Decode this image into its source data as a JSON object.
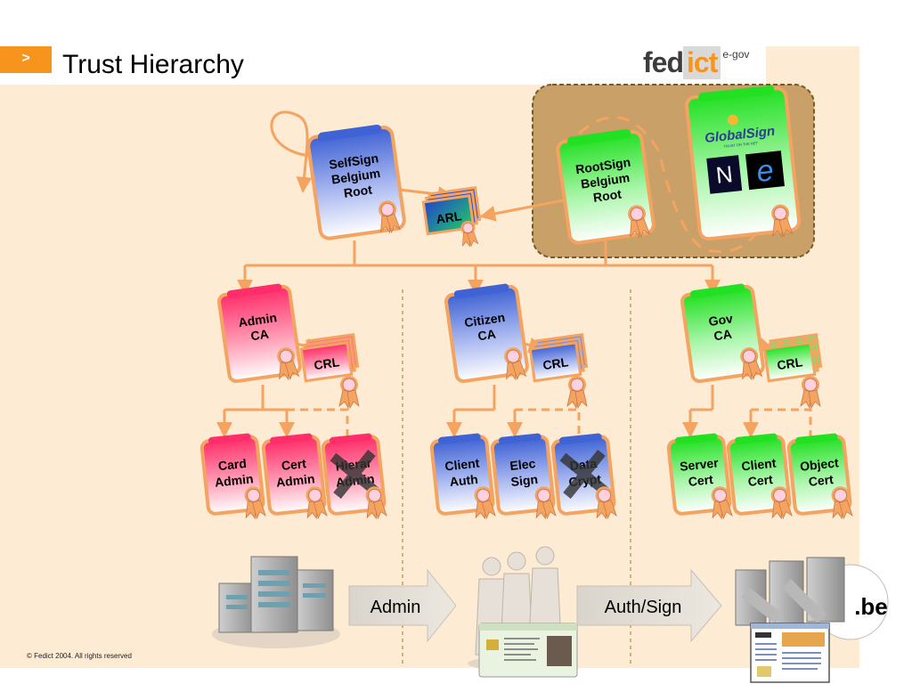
{
  "header": {
    "tab_symbol": ">",
    "title": "Trust Hierarchy",
    "logo": {
      "part1": "fed",
      "part2": "ict",
      "superscript": "e-gov"
    }
  },
  "certs": {
    "selfsign": [
      "SelfSign",
      "Belgium",
      "Root"
    ],
    "rootsign": [
      "RootSign",
      "Belgium",
      "Root"
    ],
    "arl": "ARL",
    "admin_ca": [
      "Admin",
      "CA"
    ],
    "citizen_ca": [
      "Citizen",
      "CA"
    ],
    "gov_ca": [
      "Gov",
      "CA"
    ],
    "crl": "CRL",
    "card_admin": [
      "Card",
      "Admin"
    ],
    "cert_admin": [
      "Cert",
      "Admin"
    ],
    "hierar_admin": [
      "Hierar",
      "Admin"
    ],
    "client_auth": [
      "Client",
      "Auth"
    ],
    "elec_sign": [
      "Elec",
      "Sign"
    ],
    "data_crypt": [
      "Data",
      "Crypt"
    ],
    "server_cert": [
      "Server",
      "Cert"
    ],
    "client_cert": [
      "Client",
      "Cert"
    ],
    "object_cert": [
      "Object",
      "Cert"
    ]
  },
  "globalsign": {
    "brand": "GlobalSign",
    "tagline": "TRUST ON THE NET",
    "netscape_letter": "N",
    "ie_letter": "e"
  },
  "flow": {
    "arrow1": "Admin",
    "arrow2": "Auth/Sign",
    "domain": ".be"
  },
  "footer": {
    "copyright": "© Fedict 2004. All rights reserved"
  },
  "colors": {
    "accent": "#f7941d",
    "background": "#fdebd3",
    "connector": "#f4a460",
    "red_cert": "#ff3366",
    "blue_cert": "#4a6fd8",
    "green_cert": "#33e533",
    "trust_box": "#c8a068"
  }
}
